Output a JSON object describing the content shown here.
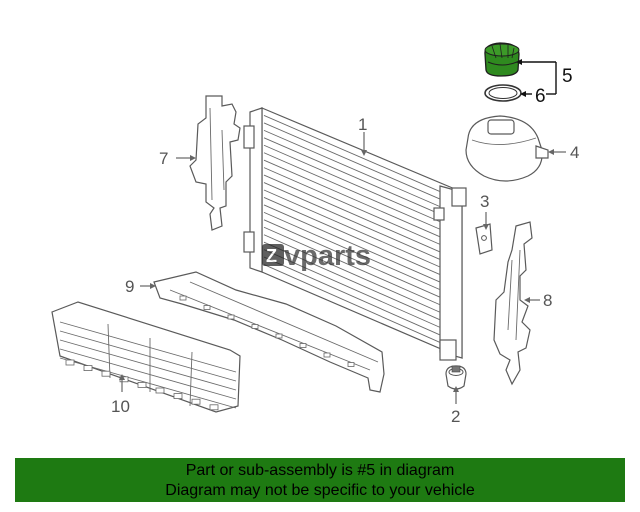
{
  "diagram": {
    "callouts": [
      "1",
      "2",
      "3",
      "4",
      "5",
      "6",
      "7",
      "8",
      "9",
      "10"
    ],
    "highlight_color": "#2f8a1f",
    "watermark": {
      "brand": "vparts",
      "logo_letter": "Z"
    }
  },
  "info_bar": {
    "line1": "Part or sub-assembly is #5 in diagram",
    "line2": "Diagram may not be specific to your vehicle",
    "background": "#1e7a12"
  }
}
